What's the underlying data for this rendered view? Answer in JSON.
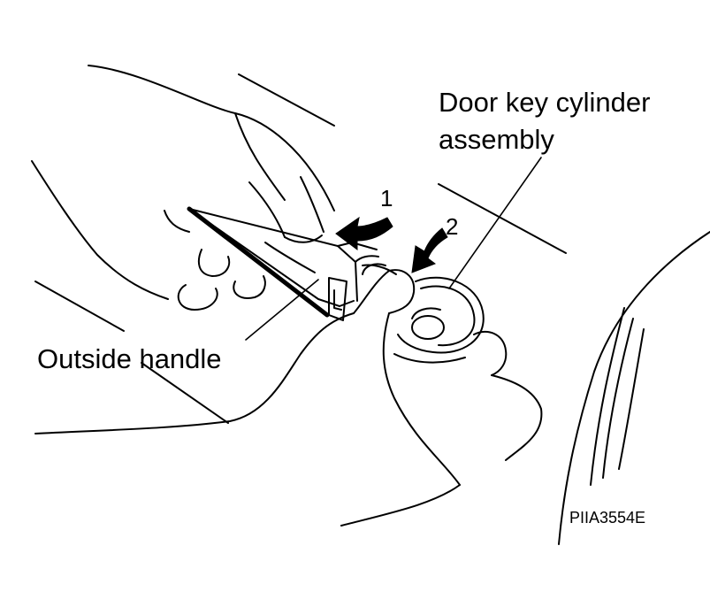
{
  "labels": {
    "door_key_line1": "Door key cylinder",
    "door_key_line2": "assembly",
    "outside_handle": "Outside handle",
    "step_1": "1",
    "step_2": "2",
    "figure_code": "PIIA3554E"
  }
}
